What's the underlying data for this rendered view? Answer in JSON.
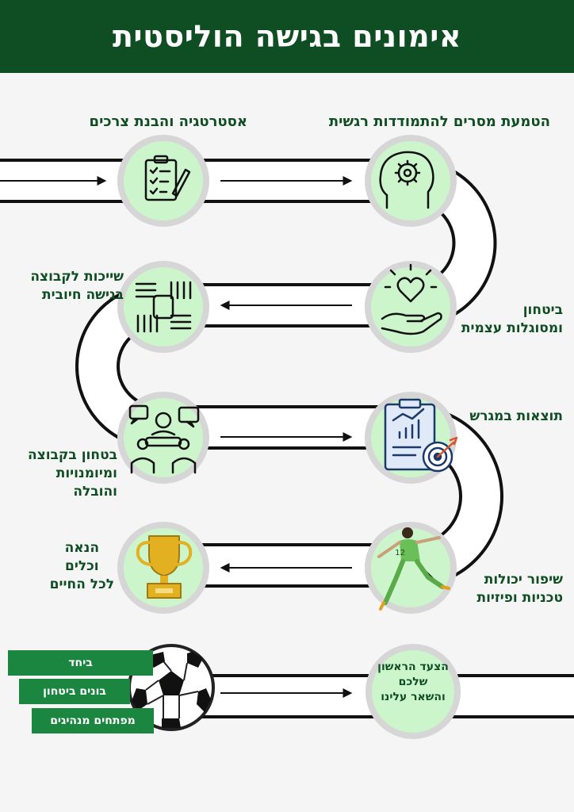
{
  "title": "אימונים בגישה הוליסטית",
  "steps": [
    {
      "label": "הטמעת מסרים להתמודדות רגשית",
      "icon": "brain-gear-icon"
    },
    {
      "label": "אסטרטגיה והבנת צרכים",
      "icon": "clipboard-checklist-icon"
    },
    {
      "label": "ביטחון\nומסוגלות עצמית",
      "icon": "heart-in-hand-icon"
    },
    {
      "label": "שייכות לקבוצה\nבגישה חיובית",
      "icon": "joined-hands-icon"
    },
    {
      "label": "תוצאות במגרש",
      "icon": "chart-target-icon"
    },
    {
      "label": "בטחון בקבוצה\nומיומנויות\nוהובלה",
      "icon": "team-discussion-icon"
    },
    {
      "label": "שיפור יכולות\nטכניות ופיזיות",
      "icon": "soccer-player-icon"
    },
    {
      "label": "הנאה\nוכלים\nלכל החיים",
      "icon": "trophy-icon"
    }
  ],
  "final_step": "הצעד הראשון\nשלכם\nוהשאר עלינו",
  "player_number": "12",
  "tags": [
    "ביחד",
    "בונים ביטחון",
    "מפתחים מנהיגים"
  ],
  "colors": {
    "header": "#0f4d23",
    "label": "#0f4d23",
    "tag": "#1a8640",
    "circle_fill": "#ccf5cc",
    "road": "#ffffff",
    "road_outline": "#111111"
  }
}
